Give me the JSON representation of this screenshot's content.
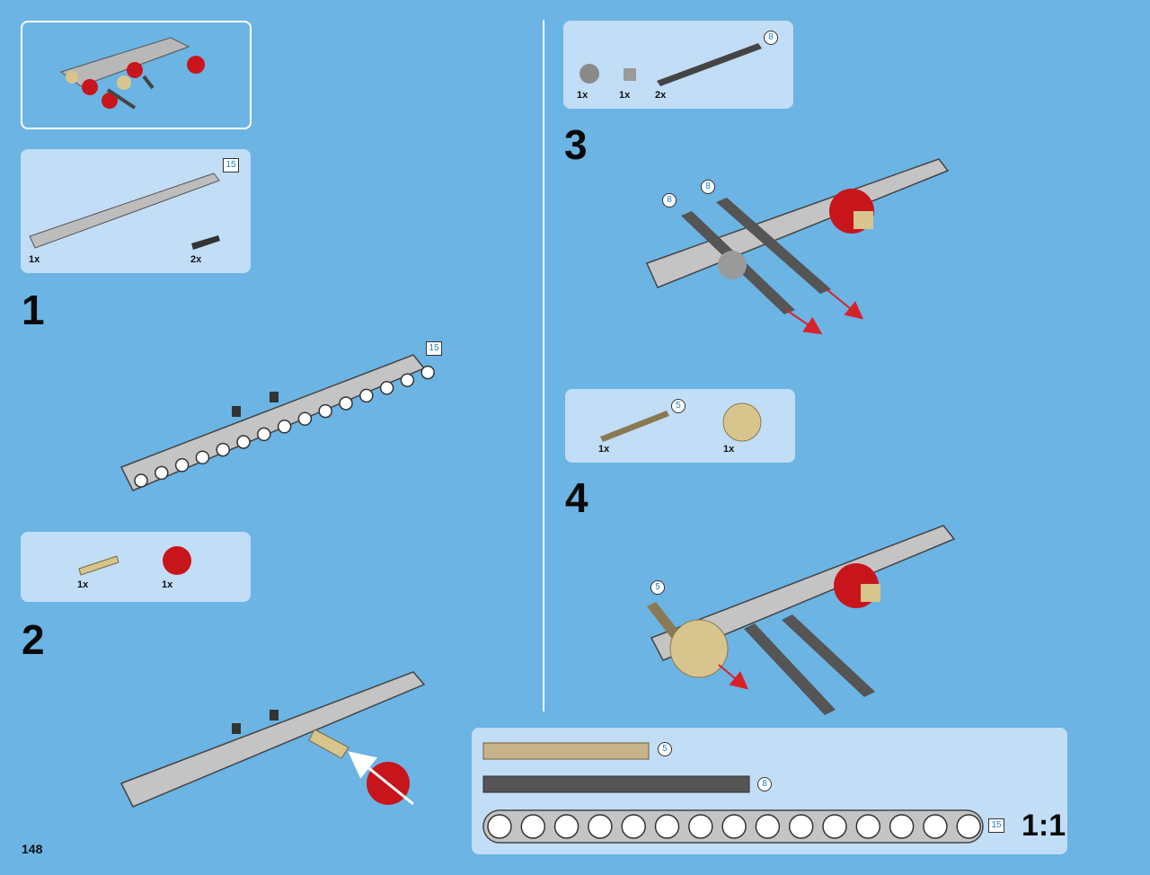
{
  "page_number": "148",
  "steps": [
    {
      "number": "1",
      "parts": [
        {
          "qty": "1x"
        },
        {
          "qty": "2x"
        }
      ],
      "beam_length": "15"
    },
    {
      "number": "2",
      "parts": [
        {
          "qty": "1x"
        },
        {
          "qty": "1x"
        }
      ]
    },
    {
      "number": "3",
      "parts": [
        {
          "qty": "1x"
        },
        {
          "qty": "1x"
        },
        {
          "qty": "2x"
        }
      ],
      "axle_length": "8",
      "callouts": [
        "8",
        "8"
      ]
    },
    {
      "number": "4",
      "parts": [
        {
          "qty": "1x"
        },
        {
          "qty": "1x"
        }
      ],
      "axle_length": "5",
      "callouts": [
        "5"
      ]
    }
  ],
  "scale_guide": {
    "axle_short": "5",
    "axle_long": "8",
    "beam": "15",
    "ratio": "1:1"
  },
  "colors": {
    "background": "#6bb4e4",
    "panel": "#c2ddf6",
    "beam": "#bdbdbd",
    "gear_red": "#c8151b",
    "gear_tan": "#d8c58e",
    "axle_dark": "#444444"
  }
}
